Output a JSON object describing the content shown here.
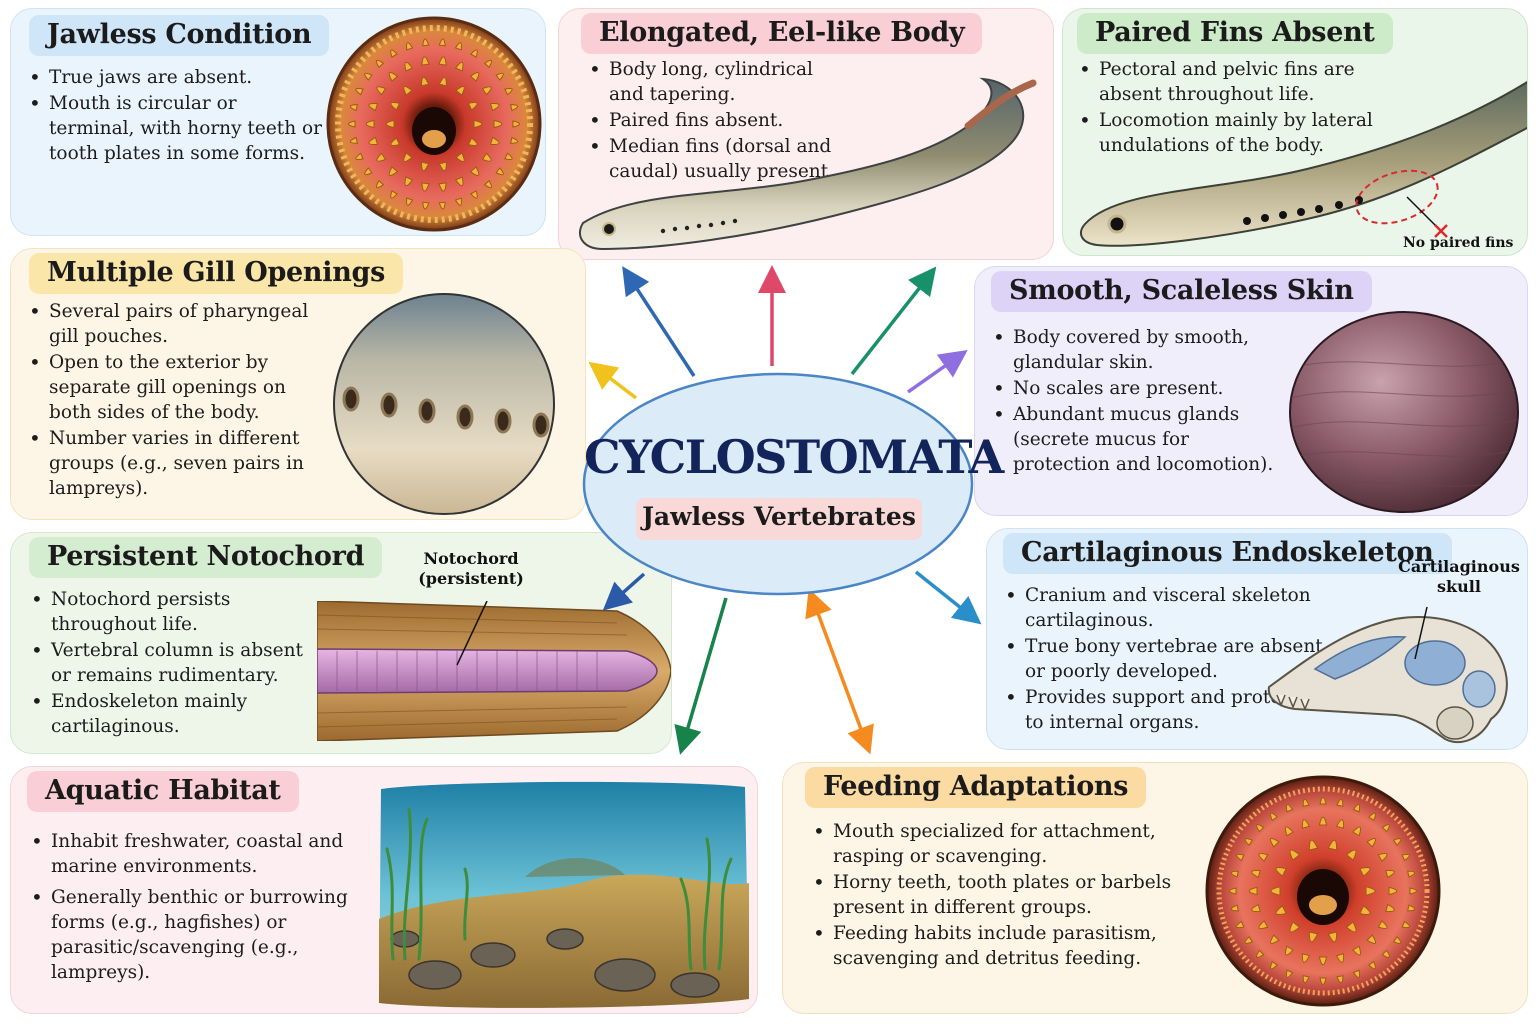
{
  "center": {
    "title": "CYCLOSTOMATA",
    "subtitle": "Jawless Vertebrates"
  },
  "cards": {
    "jawless": {
      "title": "Jawless Condition",
      "bullets": [
        "True jaws are absent.",
        "Mouth is circular or terminal, with horny teeth or tooth plates in some forms."
      ]
    },
    "elongated": {
      "title": "Elongated, Eel-like Body",
      "bullets": [
        "Body long, cylindrical and tapering.",
        "Paired fins absent.",
        "Median fins (dorsal and caudal) usually present."
      ]
    },
    "paired_fins": {
      "title": "Paired Fins Absent",
      "bullets": [
        "Pectoral and pelvic fins are absent throughout life.",
        "Locomotion mainly by lateral undulations of the body."
      ],
      "label": "No paired fins"
    },
    "gills": {
      "title": "Multiple Gill Openings",
      "bullets": [
        "Several pairs of pharyngeal gill pouches.",
        "Open to the exterior by separate gill openings on both sides of the body.",
        "Number varies in different groups (e.g., seven pairs in lampreys)."
      ]
    },
    "skin": {
      "title": "Smooth, Scaleless Skin",
      "bullets": [
        "Body covered by smooth, glandular skin.",
        "No scales are present.",
        "Abundant mucus glands (secrete mucus for protection and locomotion)."
      ]
    },
    "notochord": {
      "title": "Persistent Notochord",
      "bullets": [
        "Notochord persists throughout life.",
        "Vertebral column is absent or remains rudimentary.",
        "Endoskeleton mainly cartilaginous."
      ],
      "label_line1": "Notochord",
      "label_line2": "(persistent)"
    },
    "cartilage": {
      "title": "Cartilaginous Endoskeleton",
      "bullets": [
        "Cranium and visceral skeleton cartilaginous.",
        "True bony vertebrae are absent or poorly developed.",
        "Provides support and protection to internal organs."
      ],
      "label_line1": "Cartilaginous",
      "label_line2": "skull"
    },
    "habitat": {
      "title": "Aquatic Habitat",
      "bullets": [
        "Inhabit freshwater, coastal and marine environments.",
        "Generally benthic or burrowing forms (e.g., hagfishes) or parasitic/scavenging (e.g., lampreys)."
      ]
    },
    "feeding": {
      "title": "Feeding Adaptations",
      "bullets": [
        "Mouth specialized for attachment, rasping or scavenging.",
        "Horny teeth, tooth plates or barbels present in different groups.",
        "Feeding habits include parasitism, scavenging and detritus feeding."
      ]
    }
  },
  "colors": {
    "center_border": "#4a86c5",
    "center_text": "#13245a",
    "arrow_blue": "#2f68b2",
    "arrow_red": "#e0486a",
    "arrow_green": "#18916b",
    "arrow_yellow": "#f1c21b",
    "arrow_purple": "#8f6ee0",
    "arrow_navy": "#2b5aa8",
    "arrow_teal": "#2a8fc9",
    "arrow_darkgreen": "#17824a",
    "arrow_orange": "#f58a1f"
  },
  "icons": [
    "lamprey-mouth-icon",
    "eel-body-icon",
    "gill-openings-icon",
    "smooth-skin-icon",
    "notochord-icon",
    "cartilaginous-skull-icon",
    "underwater-habitat-icon"
  ]
}
